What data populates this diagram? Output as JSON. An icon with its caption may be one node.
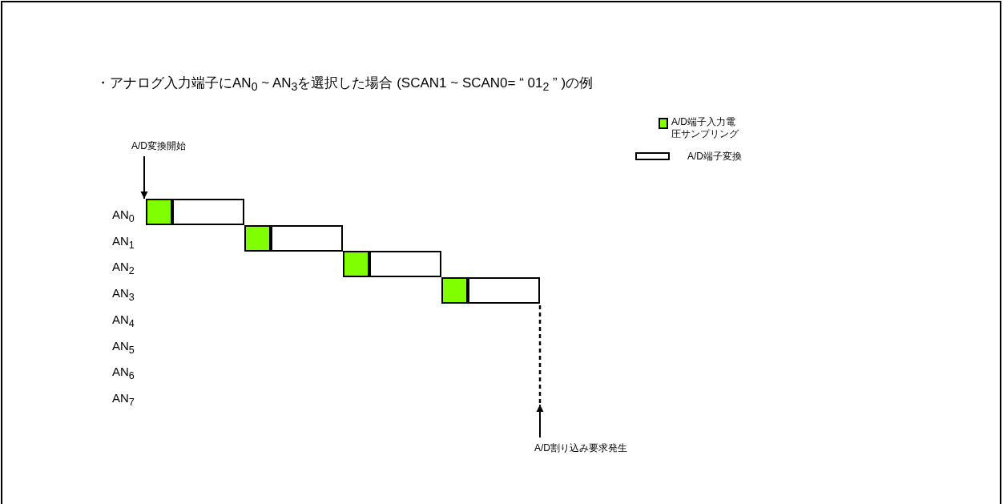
{
  "diagram": {
    "title": "・アナログ入力端子にAN$_{0}$ ~ AN$_{3}$を選択した場合 (SCAN1 ~ SCAN0= “ 01$_{2}$ ” )の例",
    "nodes": [
      {
        "text": [
          "A/D変換開始"
        ]
      },
      {
        "text": [],
        "shape": "box"
      },
      {
        "text": [],
        "shape": "box"
      },
      {
        "text": [],
        "shape": "box"
      },
      {
        "text": [],
        "shape": "box"
      },
      {
        "text": [],
        "shape": "box"
      },
      {
        "text": [],
        "shape": "box"
      },
      {
        "text": [],
        "shape": "box"
      },
      {
        "text": [],
        "shape": "box"
      },
      {
        "text": [
          "A/D割り込み要求発生"
        ]
      }
    ],
    "edges": [
      {
        "from": 0,
        "to": 1,
        "arrow": "to"
      },
      {
        "from": 8,
        "to": null,
        "arrow": "none",
        "style": "dashed"
      },
      {
        "from": 9,
        "to": null,
        "arrow": "to"
      }
    ],
    "labels": [
      "AN$_{0}$",
      "AN$_{1}$",
      "AN$_{2}$",
      "AN$_{3}$",
      "AN$_{4}$",
      "AN$_{5}$",
      "AN$_{6}$",
      "AN$_{7}$"
    ],
    "legend": [
      {
        "text": "A/D端子入力電圧サンプリング",
        "color": "#80ff00"
      },
      {
        "text": "A/D端子変換",
        "color": "#ffffff"
      }
    ]
  }
}
